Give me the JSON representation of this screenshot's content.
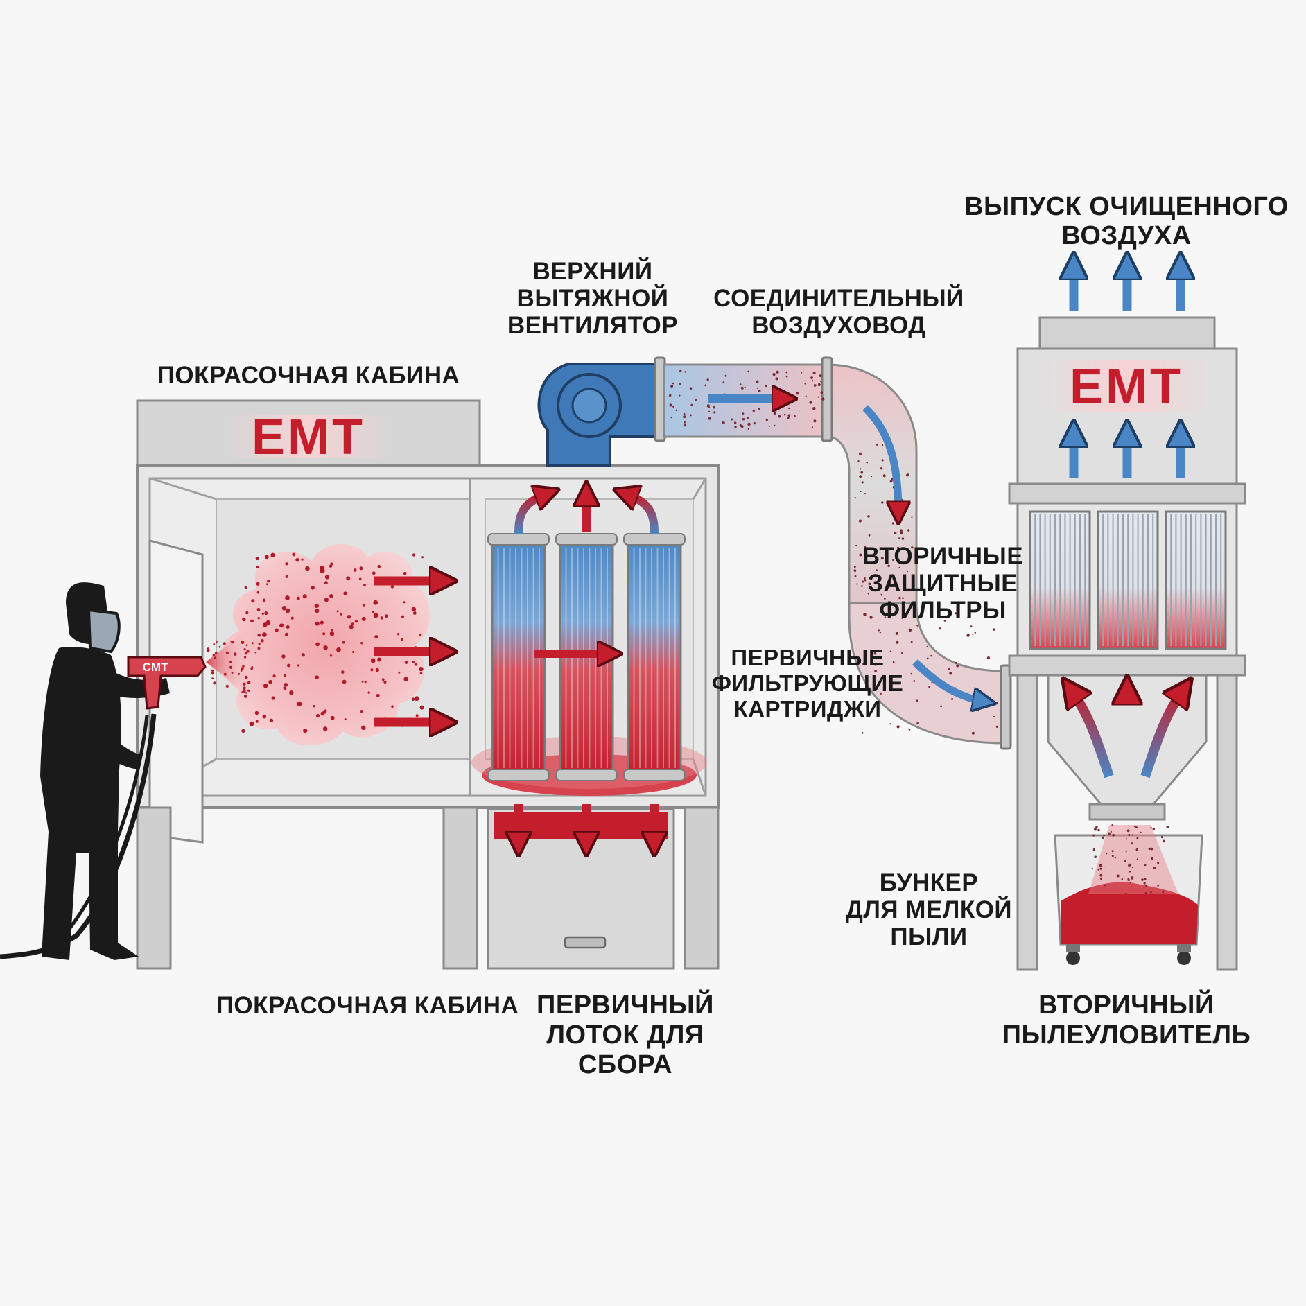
{
  "brand": {
    "booth_logo": "EMT",
    "collector_logo": "EMT",
    "gun_logo": "CMT"
  },
  "labels": {
    "booth_top": "ПОКРАСОЧНАЯ КАБИНА",
    "booth_bottom": "ПОКРАСОЧНАЯ КАБИНА",
    "fan": [
      "ВЕРХНИЙ",
      "ВЫТЯЖНОЙ",
      "ВЕНТИЛЯТОР"
    ],
    "duct": [
      "СОЕДИНИТЕЛЬНЫЙ",
      "ВОЗДУХОВОД"
    ],
    "clean_air": [
      "ВЫПУСК ОЧИЩЕННОГО",
      "ВОЗДУХА"
    ],
    "secondary_filters": [
      "ВТОРИЧНЫЕ",
      "ЗАЩИТНЫЕ",
      "ФИЛЬТРЫ"
    ],
    "primary_cartridges": [
      "ПЕРВИЧНЫЕ",
      "ФИЛЬТРУЮЩИЕ",
      "КАРТРИДЖИ"
    ],
    "hopper": [
      "БУНКЕР",
      "ДЛЯ МЕЛКОЙ",
      "ПЫЛИ"
    ],
    "tray": [
      "ПЕРВИЧНЫЙ",
      "ЛОТОК ДЛЯ",
      "СБОРА"
    ],
    "collector": [
      "ВТОРИЧНЫЙ",
      "ПЫЛЕУЛОВИТЕЛЬ"
    ]
  },
  "colors": {
    "powder_red": "#c41e2c",
    "air_blue": "#4a86c5",
    "fan_blue": "#3f79b8",
    "steel_gray": "#d8d8d8",
    "frame_gray": "#9a9a9a",
    "operator_black": "#1a1a1a"
  }
}
